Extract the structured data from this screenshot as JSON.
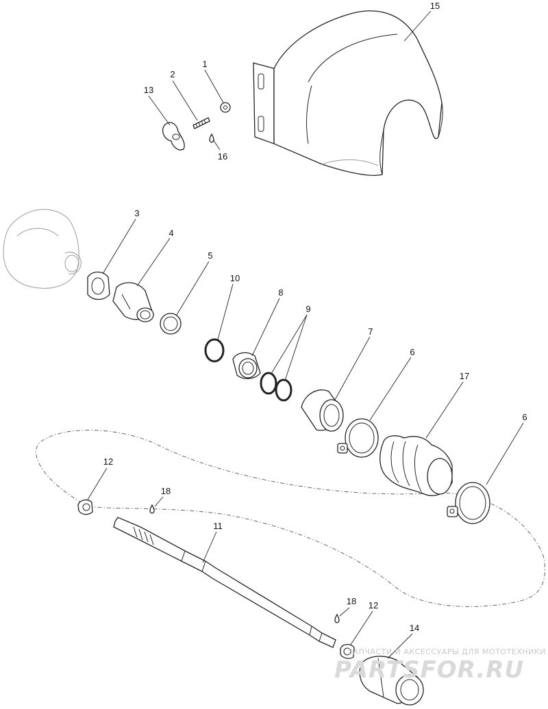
{
  "callouts": {
    "p1": "1",
    "p2": "2",
    "p3": "3",
    "p4": "4",
    "p5": "5",
    "p6a": "6",
    "p6b": "6",
    "p7": "7",
    "p8": "8",
    "p9": "9",
    "p10": "10",
    "p11": "11",
    "p12a": "12",
    "p12b": "12",
    "p13": "13",
    "p14": "14",
    "p15": "15",
    "p16": "16",
    "p17": "17",
    "p18a": "18",
    "p18b": "18"
  },
  "watermark": {
    "tagline": "ЗАПЧАСТИ И АКСЕССУАРЫ ДЛЯ МОТОТЕХНИКИ",
    "logo": "PARTSFOR.RU"
  }
}
